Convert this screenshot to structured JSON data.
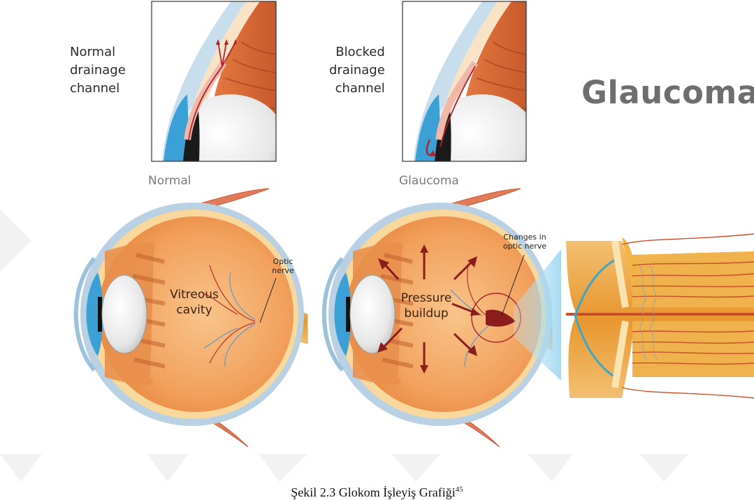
{
  "labels": {
    "normal_channel": [
      "Normal",
      "drainage",
      "channel"
    ],
    "blocked_channel": [
      "Blocked",
      "drainage",
      "channel"
    ],
    "brand": "Glaucoma",
    "normal": "Normal",
    "glaucoma": "Glaucoma",
    "optic_nerve": [
      "Optic",
      "nerve"
    ],
    "vitreous_cavity": [
      "Vitreous",
      "cavity"
    ],
    "changes_optic": [
      "Changes in",
      "optic nerve"
    ],
    "pressure_buildup": [
      "Pressure",
      "buildup"
    ]
  },
  "caption": {
    "text": "Şekil 2.3 Glokom İşleyiş Grafiği",
    "ref": "45"
  },
  "colors": {
    "eye_fill": "#f3a463",
    "eye_outer": "#f8d89c",
    "sclera": "#a9c3d6",
    "muscle": "#e07a58",
    "lens": "#e9e9e9",
    "iris": "#3aa0d6",
    "vessel_red": "#b73a2e",
    "vessel_blue": "#6a9bc4",
    "arrow": "#8a1c1c"
  }
}
